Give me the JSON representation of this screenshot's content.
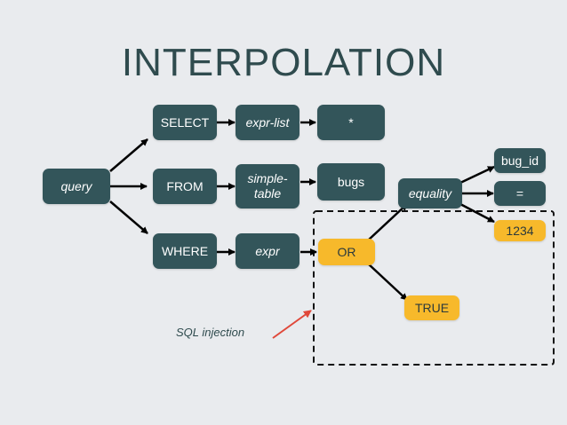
{
  "title": "INTERPOLATION",
  "nodes": {
    "query": "query",
    "select": "SELECT",
    "from": "FROM",
    "where": "WHERE",
    "expr_list": "expr-list",
    "simple_table": "simple-\ntable",
    "expr": "expr",
    "star": "*",
    "bugs": "bugs",
    "or": "OR",
    "equality": "equality",
    "true": "TRUE",
    "bug_id": "bug_id",
    "equals": "=",
    "val_1234": "1234"
  },
  "annotation": "SQL injection",
  "colors": {
    "background": "#e9ebee",
    "node": "#33555a",
    "highlight": "#f7b92b",
    "pointer": "#e0483a",
    "connector": "#000000"
  }
}
